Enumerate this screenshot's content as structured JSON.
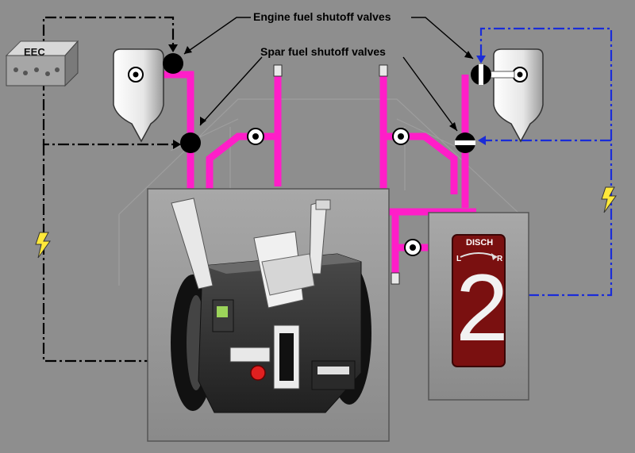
{
  "labels": {
    "engine_valves": "Engine fuel shutoff valves",
    "spar_valves": "Spar fuel shutoff valves",
    "eec": "EEC"
  },
  "handle": {
    "top_label": "DISCH",
    "left_mark": "L",
    "right_mark": "R",
    "number": "2"
  },
  "colors": {
    "background": "#8e8e8e",
    "fuel_line": "#ff1ec8",
    "control_line": "#000000",
    "electric_line": "#1a2cd8",
    "handle_body": "#7a1010"
  }
}
